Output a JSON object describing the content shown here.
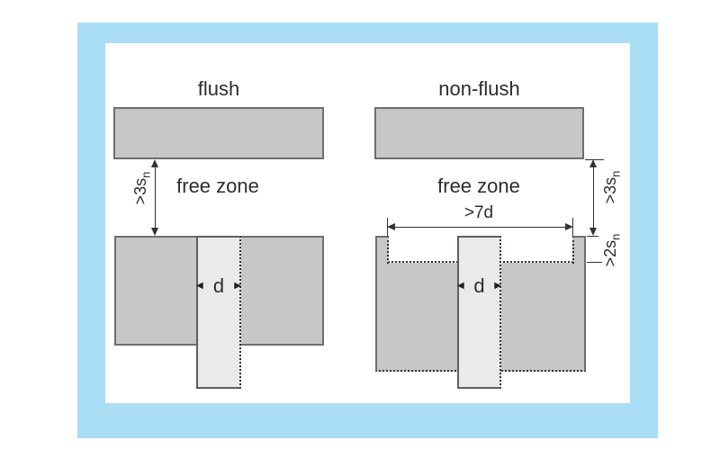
{
  "left_diagram": {
    "title": "flush",
    "free_zone_label": "free zone",
    "clearance_label": {
      "text": ">3s",
      "sub": "n"
    },
    "diameter_label": "d"
  },
  "right_diagram": {
    "title": "non-flush",
    "free_zone_label": "free zone",
    "clearance_label": {
      "text": ">3s",
      "sub": "n"
    },
    "recess_depth_label": {
      "text": ">2s",
      "sub": "n"
    },
    "recess_width_label": ">7d",
    "diameter_label": "d"
  },
  "icons": {
    "arrow_left": "◀",
    "arrow_right": "▶"
  },
  "colors": {
    "frame": "#a9def5",
    "block_fill": "#c6c7c7",
    "block_border": "#6e6e6e",
    "sensor_fill": "#e9eaea",
    "sensor_border": "#5f5f5f",
    "text": "#2d2d2d",
    "dim": "#333333"
  }
}
